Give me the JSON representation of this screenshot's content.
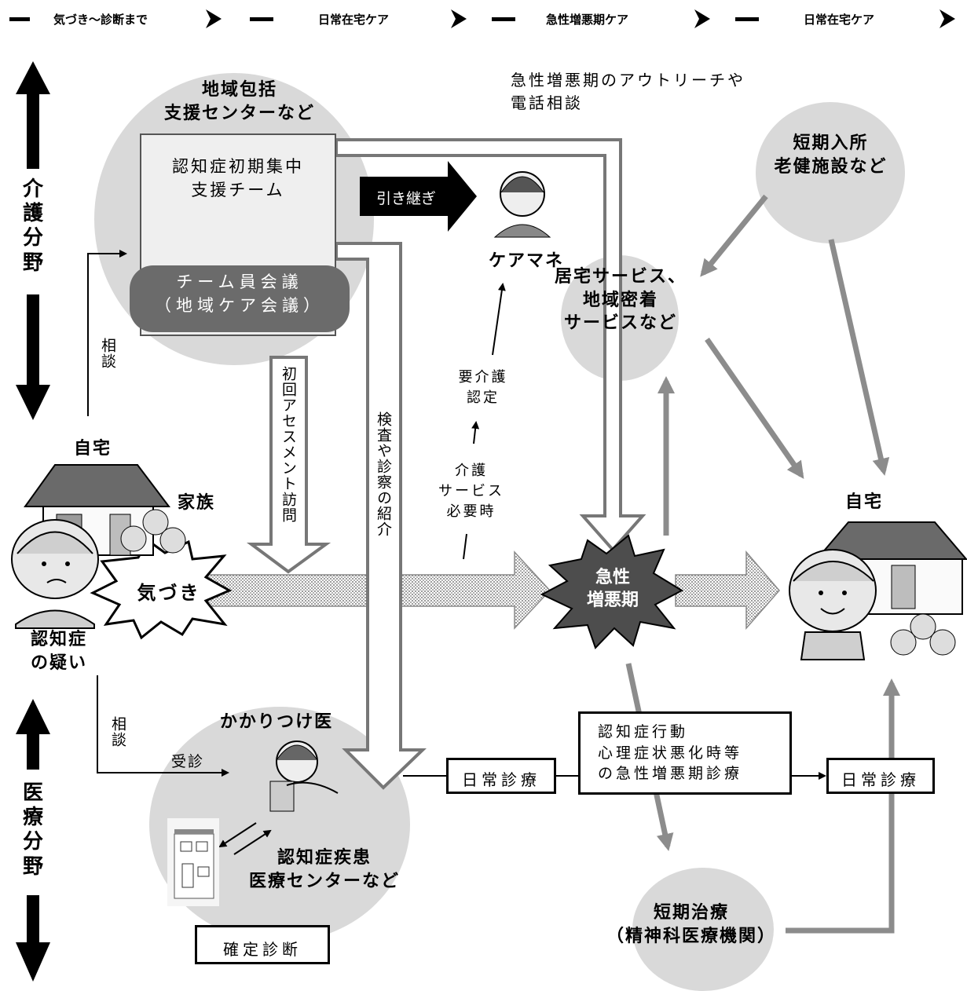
{
  "phases": [
    {
      "label": "気づき～診断まで"
    },
    {
      "label": "日常在宅ケア"
    },
    {
      "label": "急性増悪期ケア"
    },
    {
      "label": "日常在宅ケア"
    }
  ],
  "axis": {
    "care": "介護分野",
    "medical": "医療分野"
  },
  "nodes": {
    "center_title": "地域包括\n支援センターなど",
    "team_title": "認知症初期集中\n支援チーム",
    "team_meeting": "チーム員会議\n（地域ケア会議）",
    "handover": "引き継ぎ",
    "care_manager": "ケアマネ",
    "outreach": "急性増悪期のアウトリーチや\n電話相談",
    "short_stay": "短期入所\n老健施設など",
    "home_service": "居宅サービス、\n地域密着\nサービスなど",
    "home_left": "自宅",
    "family": "家族",
    "awareness": "気づき",
    "suspect": "認知症\nの疑い",
    "consult_top": "相談",
    "consult_bottom": "相談",
    "visit": "受診",
    "first_visit": "初回アセスメント訪問",
    "exam_referral": "検査や診察の紹介",
    "care_cert": "要介護\n認定",
    "care_need": "介護\nサービス\n必要時",
    "acute": "急性\n増悪期",
    "home_right": "自宅",
    "gp": "かかりつけ医",
    "dementia_center": "認知症疾患\n医療センターなど",
    "diagnosis": "確定診断",
    "routine1": "日常診療",
    "acute_box": "認知症行動\n心理症状悪化時等\nの急性増悪期診療",
    "routine2": "日常診療",
    "short_treat": "短期治療\n（精神科医療機関）"
  },
  "colors": {
    "circle": "#d9d9d9",
    "gray_arrow": "#8c8c8c",
    "meeting_pill": "#6b6b6b",
    "dark": "#000000"
  }
}
